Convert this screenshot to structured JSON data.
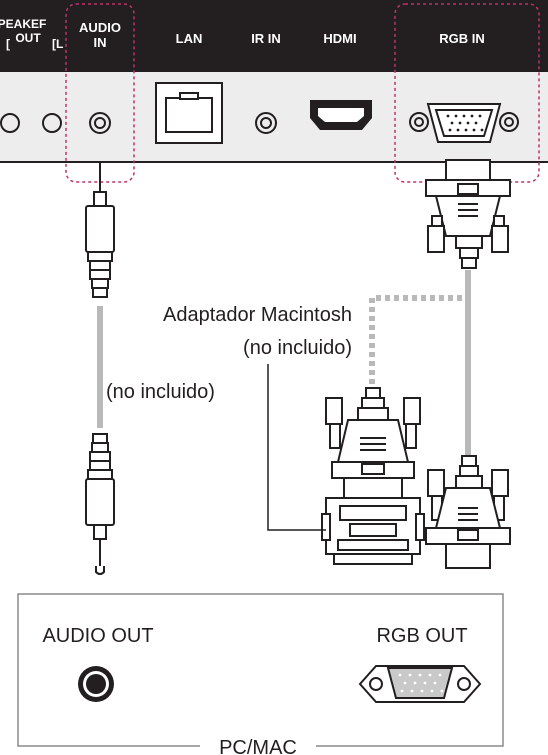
{
  "panel": {
    "ports": {
      "speaker_out_line1": "PEAKEF",
      "speaker_out_line2": "OUT",
      "audio_in_line1": "AUDIO",
      "audio_in_line2": "IN",
      "lan": "LAN",
      "ir_in": "IR IN",
      "hdmi": "HDMI",
      "rgb_in": "RGB IN"
    }
  },
  "labels": {
    "adapter_line1": "Adaptador Macintosh",
    "adapter_line2": "(no incluido)",
    "audio_cable_note": "(no incluido)"
  },
  "pc": {
    "audio_out": "AUDIO OUT",
    "rgb_out": "RGB OUT",
    "name": "PC/MAC"
  },
  "colors": {
    "panel_header": "#231f20",
    "panel_body": "#eeedee",
    "highlight_dash": "#c0306a",
    "line": "#231f20",
    "cable_grey": "#b9b9b9"
  }
}
